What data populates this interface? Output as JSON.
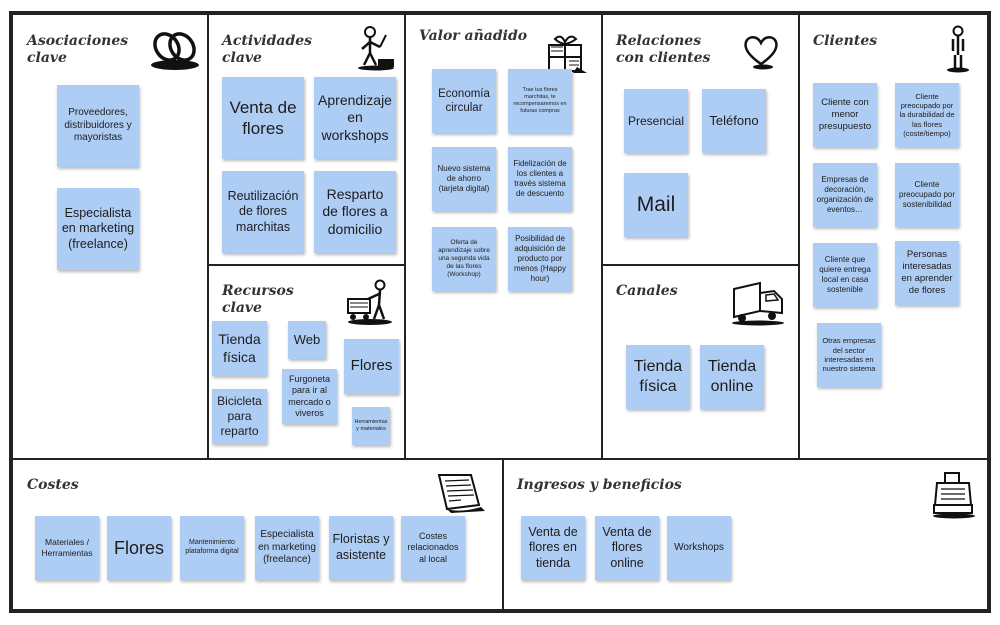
{
  "blocks": {
    "partners": {
      "title": "Asociaciones\nclave",
      "notes": [
        "Proveedores, distribuidores y mayoristas",
        "Especialista en marketing (freelance)"
      ]
    },
    "activities": {
      "title": "Actividades\nclave",
      "notes": [
        "Venta de flores",
        "Aprendizaje en workshops",
        "Reutilización de flores marchitas",
        "Resparto de flores a domicilio"
      ]
    },
    "resources": {
      "title": "Recursos\nclave",
      "notes": [
        "Tienda física",
        "Web",
        "Flores",
        "Bicicleta para reparto",
        "Furgoneta para ir al mercado o viveros",
        "Herramientas y materiales"
      ]
    },
    "value": {
      "title": "Valor añadido",
      "notes": [
        "Economía circular",
        "Trae tus flores marchitas, te recompensaremos en futuras compras",
        "Nuevo sistema de ahorro (tarjeta digital)",
        "Fidelización de los clientes a través sistema de descuento",
        "Oferta de aprendizaje sobre una segunda vida de las flores (Workshop)",
        "Posibilidad de adquisición de producto por menos (Happy hour)"
      ]
    },
    "relationships": {
      "title": "Relaciones\ncon clientes",
      "notes": [
        "Presencial",
        "Teléfono",
        "Mail"
      ]
    },
    "channels": {
      "title": "Canales",
      "notes": [
        "Tienda física",
        "Tienda online"
      ]
    },
    "segments": {
      "title": "Clientes",
      "notes": [
        "Cliente con menor presupuesto",
        "Cliente preocupado por la durabilidad de las flores (coste/tiempo)",
        "Empresas de decoración, organización de eventos…",
        "Cliente preocupado por sostenibilidad",
        "Cliente que quiere entrega local en casa sostenible",
        "Personas interesadas en aprender de flores",
        "Otras empresas del sector interesadas en nuestro sistema"
      ]
    },
    "costs": {
      "title": "Costes",
      "notes": [
        "Materiales / Herramientas",
        "Flores",
        "Mantenimiento plataforma digital",
        "Especialista en marketing (freelance)",
        "Floristas y asistente",
        "Costes relacionados al local"
      ]
    },
    "revenue": {
      "title": "Ingresos y beneficios",
      "notes": [
        "Venta de flores en tienda",
        "Venta de flores online",
        "Workshops"
      ]
    }
  },
  "icons": {
    "partners": "chain-link-icon",
    "activities": "person-working-icon",
    "resources": "person-pushing-cart-icon",
    "value": "gift-box-icon",
    "relationships": "heart-icon",
    "channels": "delivery-truck-icon",
    "segments": "standing-person-icon",
    "costs": "receipt-icon",
    "revenue": "cash-register-icon"
  },
  "colors": {
    "sticky_note": "#aecdf4",
    "border": "#222222"
  }
}
